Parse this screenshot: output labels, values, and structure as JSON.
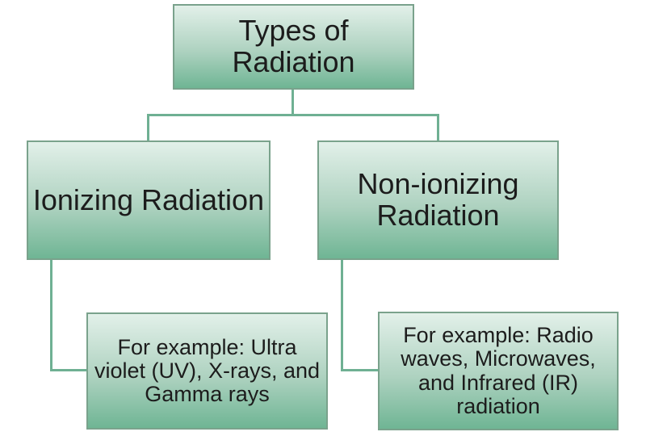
{
  "diagram": {
    "colors": {
      "background": "#ffffff",
      "box_gradient_top": "#e2f0e9",
      "box_gradient_mid": "#aed2c0",
      "box_gradient_bottom": "#6fb594",
      "box_border": "#7aa28c",
      "connector": "#6fb093",
      "text_color": "#1c1c1c"
    },
    "nodes": {
      "root": {
        "text": "Types of\nRadiation"
      },
      "ionizing": {
        "text": "Ionizing Radiation"
      },
      "non_ionizing": {
        "text": "Non-ionizing\nRadiation"
      },
      "ionizing_examples": {
        "text": "For example: Ultra\nviolet (UV), X-rays, and\nGamma rays"
      },
      "non_ionizing_examples": {
        "text": "For example: Radio\nwaves, Microwaves,\nand Infrared (IR)\nradiation"
      }
    }
  }
}
